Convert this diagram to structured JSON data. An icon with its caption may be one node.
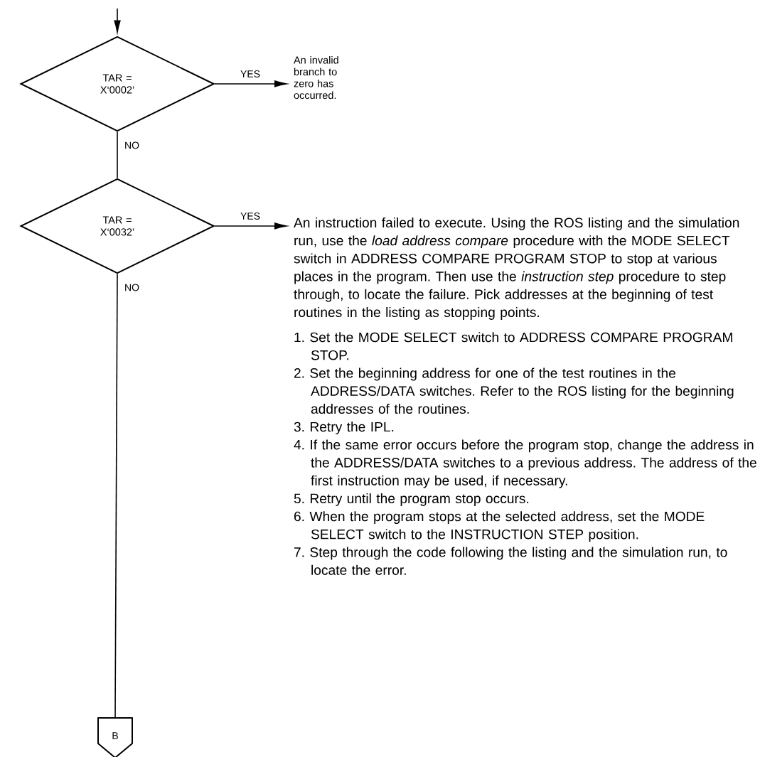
{
  "diagram": {
    "nodes": [
      {
        "text": [
          "TAR = X‘0002’"
        ]
      },
      {
        "text": [
          "An invalid branch to zero has occurred."
        ]
      },
      {
        "text": [
          "TAR = X‘0032’"
        ]
      },
      {
        "text": [
          "An instruction failed to execute. Using the ROS listing and the simulation run, use the *load address compare* procedure with the MODE SELECT switch in ADDRESS COMPARE PROGRAM STOP to stop at various places in the program. Then use the *instruction step* procedure to step through, to locate the failure. Pick addresses at the beginning of test routines in the listing as stopping points.",
          "1. Set the MODE SELECT switch to ADDRESS COMPARE PROGRAM STOP.",
          "2. Set the beginning address for one of the test routines in the ADDRESS/DATA switches. Refer to the ROS listing for the beginning addresses of the routines.",
          "3. Retry the IPL.",
          "4. If the same error occurs before the program stop, change the address in the ADDRESS/DATA switches to a previous address. The address of the first instruction may be used, if necessary.",
          "5. Retry until the program stop occurs.",
          "6. When the program stops at the selected address, set the MODE SELECT switch to the INSTRUCTION STEP position.",
          "7. Step through the code following the listing and the simulation run, to locate the error."
        ]
      },
      {
        "text": [
          "B"
        ]
      }
    ],
    "edges": [
      {
        "from": null,
        "to": 0,
        "arrow": "to"
      },
      {
        "from": 0,
        "to": 1,
        "arrow": "to",
        "label": "YES"
      },
      {
        "from": 0,
        "to": 2,
        "arrow": "none",
        "label": "NO"
      },
      {
        "from": 2,
        "to": 3,
        "arrow": "to",
        "label": "YES"
      },
      {
        "from": 2,
        "to": 4,
        "arrow": "none",
        "label": "NO"
      }
    ]
  }
}
